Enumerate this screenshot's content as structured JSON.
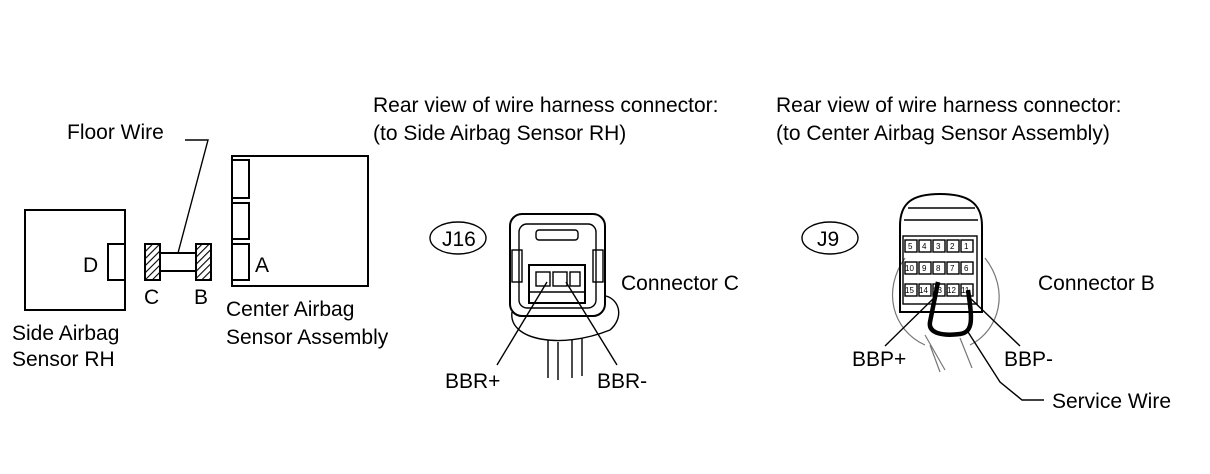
{
  "harness": {
    "floor_wire": "Floor Wire",
    "side_sensor_line1": "Side Airbag",
    "side_sensor_line2": "Sensor RH",
    "center_assembly_line1": "Center Airbag",
    "center_assembly_line2": "Sensor Assembly",
    "connector_letters": {
      "d": "D",
      "c": "C",
      "b": "B",
      "a": "A"
    }
  },
  "connector_j16": {
    "caption_line1": "Rear view of wire harness connector:",
    "caption_line2": "(to Side Airbag Sensor RH)",
    "id": "J16",
    "name": "Connector C",
    "pin_plus": "BBR+",
    "pin_minus": "BBR-"
  },
  "connector_j9": {
    "caption_line1": "Rear view of wire harness connector:",
    "caption_line2": "(to Center Airbag Sensor Assembly)",
    "id": "J9",
    "name": "Connector B",
    "pin_plus": "BBP+",
    "pin_minus": "BBP-",
    "service_wire": "Service Wire",
    "pin_rows": [
      [
        "5",
        "4",
        "3",
        "2",
        "1"
      ],
      [
        "10",
        "9",
        "8",
        "7",
        "6"
      ],
      [
        "15",
        "14",
        "13",
        "12",
        "11"
      ]
    ]
  }
}
